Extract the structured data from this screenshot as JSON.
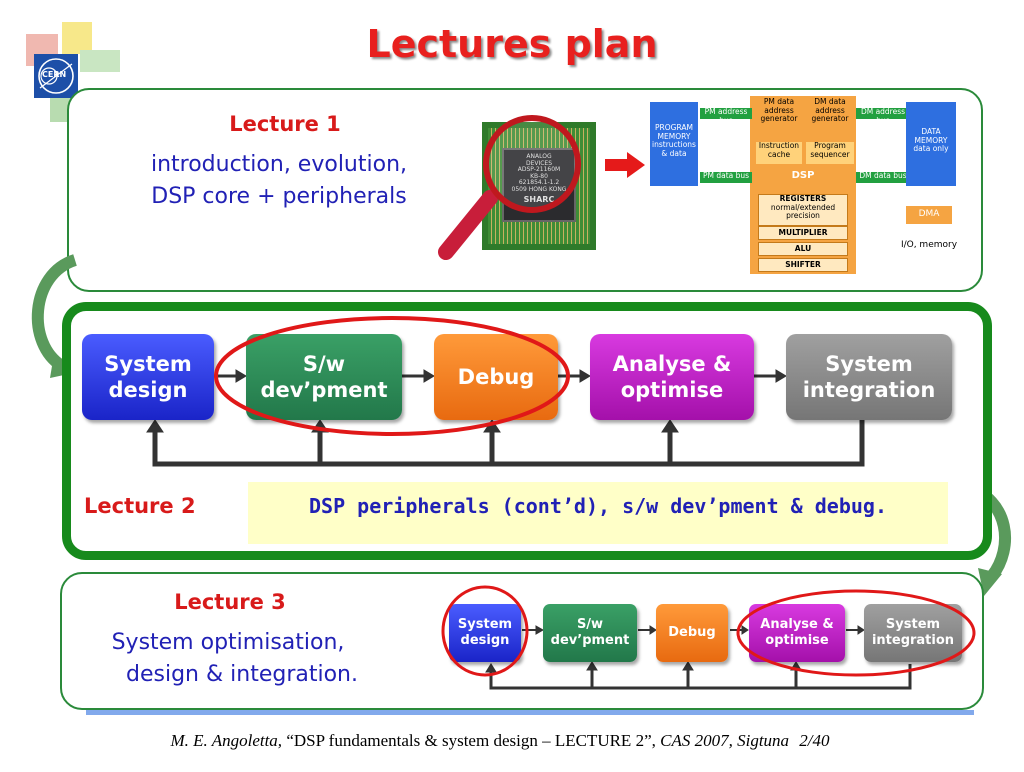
{
  "title": "Lectures plan",
  "logo_text": "CERN",
  "lecture1": {
    "label": "Lecture 1",
    "line1": "introduction, evolution,",
    "line2": "DSP core + peripherals"
  },
  "chip": {
    "brand1": "ANALOG",
    "brand2": "DEVICES",
    "line1": "ADSP-21160M",
    "line2": "KB-80",
    "line3": "621854.1-1.2",
    "line4": "0509 HONG KONG",
    "logo": "SHARC"
  },
  "dsp_diagram": {
    "program_memory": "PROGRAM MEMORY",
    "program_memory_sub": "instructions & data",
    "pm_address_bus": "PM address bus",
    "pm_data_bus": "PM data bus",
    "pm_data_addr_gen": "PM data address generator",
    "dm_data_addr_gen": "DM data address generator",
    "instruction_cache": "Instruction cache",
    "program_sequencer": "Program sequencer",
    "dsp": "DSP",
    "dm_address_bus": "DM address bus",
    "dm_data_bus": "DM data bus",
    "data_memory": "DATA MEMORY",
    "data_memory_sub": "data only",
    "registers": "REGISTERS",
    "registers_sub": "normal/extended precision",
    "multiplier": "MULTIPLIER",
    "alu": "ALU",
    "shifter": "SHIFTER",
    "dma": "DMA",
    "io_memory": "I/O, memory"
  },
  "flow": {
    "system_design": [
      "System",
      "design"
    ],
    "sw_development": [
      "S/w",
      "dev’pment"
    ],
    "debug": "Debug",
    "analyse_optimise": [
      "Analyse &",
      "optimise"
    ],
    "system_integration": [
      "System",
      "integration"
    ]
  },
  "lecture2": {
    "label": "Lecture 2",
    "text": "DSP peripherals (cont’d), s/w dev’pment & debug."
  },
  "lecture3": {
    "label": "Lecture 3",
    "line1": "System optimisation,",
    "line2": "design & integration."
  },
  "footer": {
    "author": "M. E. Angoletta,",
    "title": "“DSP fundamentals & system design – LECTURE 2”,",
    "event": "CAS 2007, Sigtuna",
    "page": "2/40"
  },
  "colors": {
    "title": "#e8201e",
    "lecture_label": "#d81a1a",
    "body_text": "#2121b5",
    "panel_border": "#178a1c",
    "system_design": "#2233e0",
    "sw_development": "#2e8a55",
    "debug": "#f07a1e",
    "analyse_optimise": "#c21ec8",
    "system_integration": "#8c8c8c",
    "highlight_ellipse": "#e01818"
  }
}
